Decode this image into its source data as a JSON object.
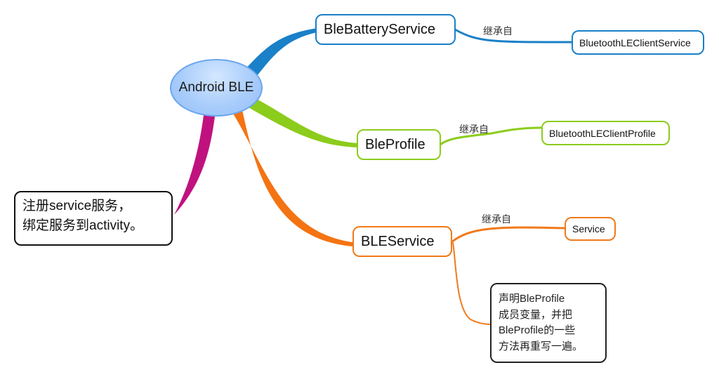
{
  "diagram": {
    "type": "mind-map",
    "central_topic": "Android BLE",
    "branches": [
      {
        "label": "BleBatteryService",
        "color": "#1a80c8",
        "relation": "继承自",
        "child": "BluetoothLEClientService"
      },
      {
        "label": "BleProfile",
        "color": "#8ccc1c",
        "relation": "继承自",
        "child": "BluetoothLEClientProfile"
      },
      {
        "label": "BLEService",
        "color": "#f07a1a",
        "relation": "继承自",
        "child": "Service",
        "note_lines": [
          "声明BleProfile",
          "成员变量，并把",
          "BleProfile的一些",
          "方法再重写一遍。"
        ]
      }
    ],
    "callout": {
      "color": "#b8127f",
      "lines": [
        "注册service服务，",
        "绑定服务到activity。"
      ]
    }
  }
}
